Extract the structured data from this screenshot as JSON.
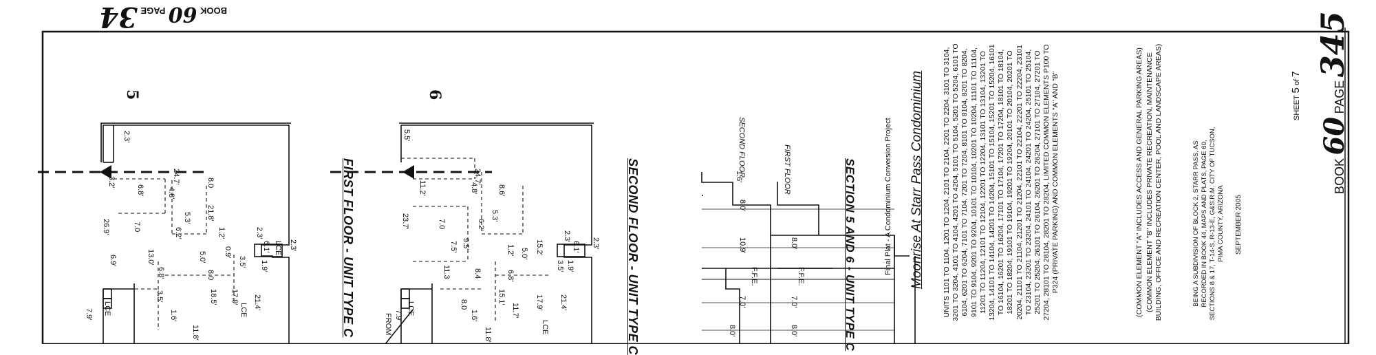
{
  "stamp": {
    "top_left": {
      "book_label": "BOOK",
      "book_number": "60",
      "page_label": "PAGE",
      "page_number": "34"
    },
    "bottom_right": {
      "book_label": "BOOK",
      "book_number": "60",
      "page_label": "PAGE",
      "page_number": "345"
    }
  },
  "sections": [
    {
      "marker": "5",
      "title": "FIRST FLOOR - UNIT TYPE C"
    },
    {
      "marker": "6",
      "title": "SECOND FLOOR - UNIT TYPE C"
    }
  ],
  "elevation": {
    "title": "SECTION 5 AND 6 - UNIT TYPE C",
    "second_floor_label": "SECOND FLOOR",
    "first_floor_label": "FIRST FLOOR",
    "dims": [
      "1.6'",
      "8.0'",
      "10.9'",
      "8.0'",
      "7.0'",
      "7.0'",
      "8.0'",
      "8.0'"
    ],
    "ffe": [
      "F.F.E.",
      "F.F.E."
    ]
  },
  "plan_dims": {
    "first": [
      "2.3'",
      "24.7'",
      "3.2'",
      "6.8'",
      "4.8'",
      "26.9'",
      "8.0",
      "7.0",
      "6.2'",
      "5.3'",
      "21.8'",
      "1.2'",
      "0.9'",
      "2.3'",
      "6.1'",
      "LCE",
      "2.3'",
      "5.0'",
      "3.5'",
      "1.9'",
      "13.0'",
      "8.0",
      "6.8'",
      "6.9'",
      "3.5'",
      "18.5'",
      "17.9'",
      "21.4'",
      "LCE",
      "11.8'",
      "1.6'",
      "7.9'",
      "LCE"
    ],
    "second": [
      "5.5'",
      "24.7'",
      "11.2'",
      "4.8'",
      "8.6'",
      "23.7'",
      "7.0",
      "6.2'",
      "5.3'",
      "7.5'",
      "9.5'",
      "15.2'",
      "1.2'",
      "5.0'",
      "2.3'",
      "6.1'",
      "2.3'",
      "11.3",
      "8.4",
      "6.8'",
      "3.5'",
      "1.9'",
      "15.1'",
      "8.0",
      "11.7'",
      "17.9'",
      "21.4'",
      "LCE",
      "11.8'",
      "1.6'",
      "7.9'",
      "LCE",
      "FROM"
    ]
  },
  "title_block": {
    "project": "Final Plat - A Condominium Conversion Project",
    "name": "Moonrise At Starr Pass Condominium",
    "units": "UNITS 1101 TO 1104, 1201 TO 1204, 2101 TO 2104, 2201 TO 2204, 3101 TO 3104, 3201 TO 3204, 4101 TO 4104, 4201 TO 4204, 5101 TO 5104, 5201 TO 5204, 6101 TO 6104, 6201 TO 6204, 7101 TO 7104, 7201 TO 7204, 8101 TO 8104, 8201 TO 8204, 9101 TO 9104, 9201 TO 9204, 10101 TO 10104, 10201 TO 10204, 11101 TO 11104, 11201 TO 11204, 12101 TO 12104, 12201 TO 12204, 13101 TO 13104, 13201 TO 13204, 14101 TO 14104, 14201 TO 14204, 15101 TO 15104, 15201 TO 15204, 16101 TO 16104, 16201 TO 16204, 17101 TO 17104, 17201 TO 17204, 18101 TO 18104, 18201 TO 18204, 19101 TO 19104, 19201 TO 19204, 20101 TO 20104, 20201 TO 20204, 21101 TO 21104, 21201 TO 21204, 22101 TO 22104, 22201 TO 22204, 23101 TO 23104, 23201 TO 23204, 24101 TO 24104, 24201 TO 24204, 25101 TO 25104, 25201 TO 25204, 26101 TO 26104, 26201 TO 26204, 27101 TO 27104, 27201 TO 27204, 28101 TO 28104, 28201 TO 28204, LIMITED COMMON ELEMENTS P100 TO P324 (PRIVATE PARKING) AND COMMON ELEMENTS \"A\" AND \"B\"",
    "note_a": "(COMMON ELEMENT \"A\" INCLUDES ACCESS AND GENERAL PARKING AREAS)",
    "note_b": "(COMMON ELEMENT \"B\" INCLUDES PRIVATE RECREATION, MAINTENANCE BUILDING, OFFICE AND RECREATION CENTER, POOL AND LANDSCAPE AREAS)",
    "subdivision": "BEING A SUBDIVISION OF BLOCK 2, STARR PASS, AS RECORDED IN BOOK 44, MAPS AND PLATS, PAGE 60, SECTIONS 8 & 17, T-14-S, R-13-E, G&S.R.M. CITY OF TUCSON, PIMA COUNTY, ARIZONA",
    "date": "SEPTEMBER 2005",
    "sheet_label": "SHEET",
    "sheet_number": "5",
    "sheet_of": "of",
    "sheet_total": "7"
  }
}
